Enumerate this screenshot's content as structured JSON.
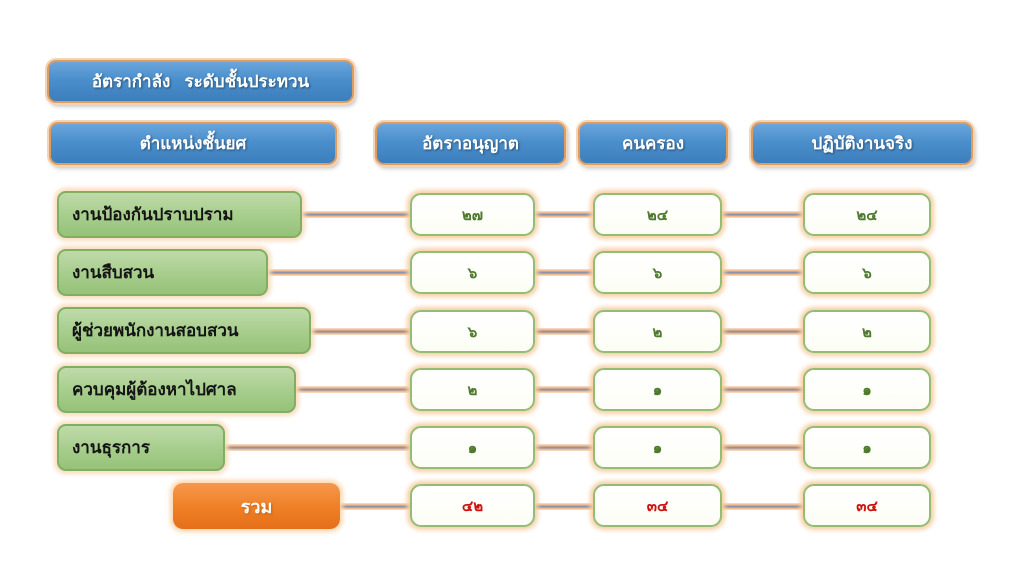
{
  "title": "อัตรากำลัง   ระดับชั้นประทวน",
  "columns": [
    "ตำแหน่งชั้นยศ",
    "อัตราอนุญาต",
    "คนครอง",
    "ปฏิบัติงานจริง"
  ],
  "rows": [
    {
      "label": "งานป้องกันปราบปราม",
      "values": [
        "๒๗",
        "๒๔",
        "๒๔"
      ]
    },
    {
      "label": "งานสืบสวน",
      "values": [
        "๖",
        "๖",
        "๖"
      ]
    },
    {
      "label": "ผู้ช่วยพนักงานสอบสวน",
      "values": [
        "๖",
        "๒",
        "๒"
      ]
    },
    {
      "label": "ควบคุมผู้ต้องหาไปศาล",
      "values": [
        "๒",
        "๑",
        "๑"
      ]
    },
    {
      "label": "งานธุรการ",
      "values": [
        "๑",
        "๑",
        "๑"
      ]
    }
  ],
  "total": {
    "label": "รวม",
    "values": [
      "๔๒",
      "๓๔",
      "๓๔"
    ]
  },
  "colors": {
    "header_blue": "#4A8FCB",
    "header_border_tan": "#DD9C60",
    "row_green": "#A6CD8C",
    "row_border_green": "#7FAF5F",
    "value_text_green": "#4E7A2E",
    "total_orange": "#EE7F25",
    "total_text_red": "#CE1212",
    "connector_peach": "#EFAF7C",
    "connector_core_slate": "#8795B3"
  }
}
